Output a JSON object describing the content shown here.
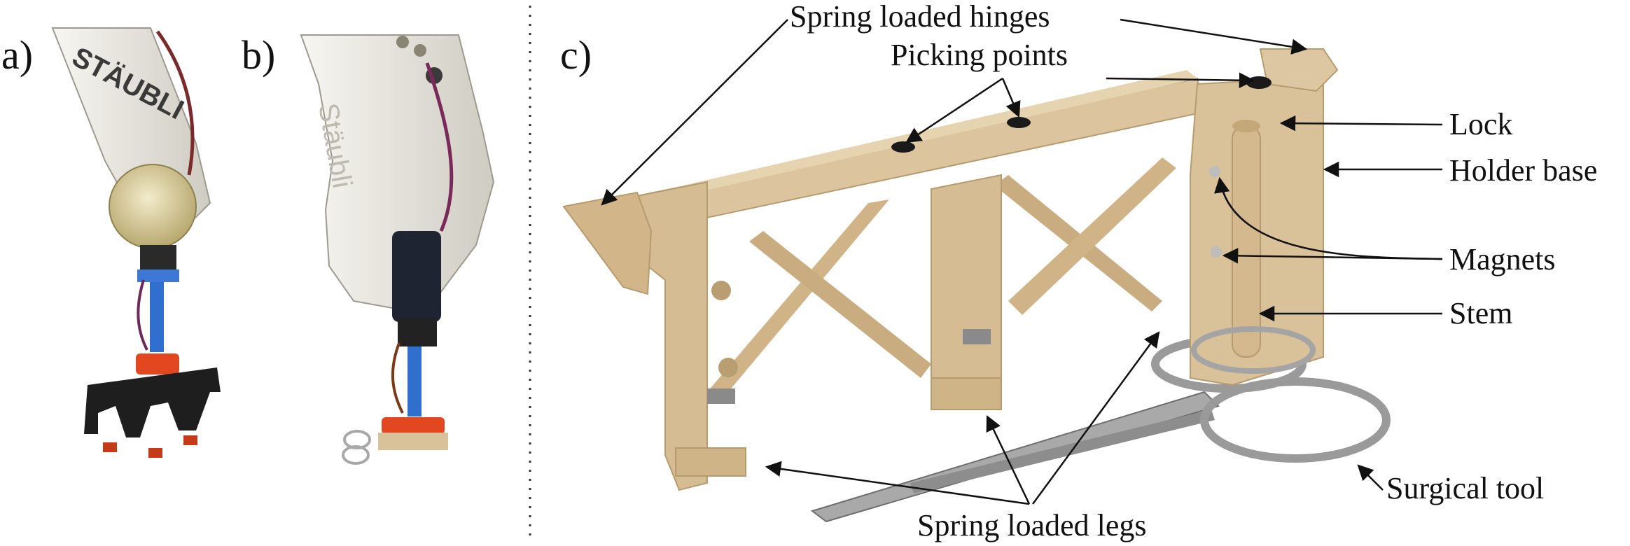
{
  "panels": {
    "a": {
      "letter": "a)",
      "brand": "STÄUBLI"
    },
    "b": {
      "letter": "b)",
      "brand": "Stäubli"
    },
    "c": {
      "letter": "c)"
    }
  },
  "labels": {
    "hinges": "Spring loaded hinges",
    "picking": "Picking points",
    "lock": "Lock",
    "holder_base": "Holder base",
    "magnets": "Magnets",
    "stem": "Stem",
    "surgical_tool": "Surgical tool",
    "legs": "Spring loaded legs"
  },
  "colors": {
    "holder": "#d9c19a",
    "holder_dark": "#c2a77c",
    "robot": "#ecebe4",
    "blue": "#2f6fd0",
    "orange": "#e2471f",
    "black": "#1e1e1e",
    "steel": "#9a9a9a"
  }
}
